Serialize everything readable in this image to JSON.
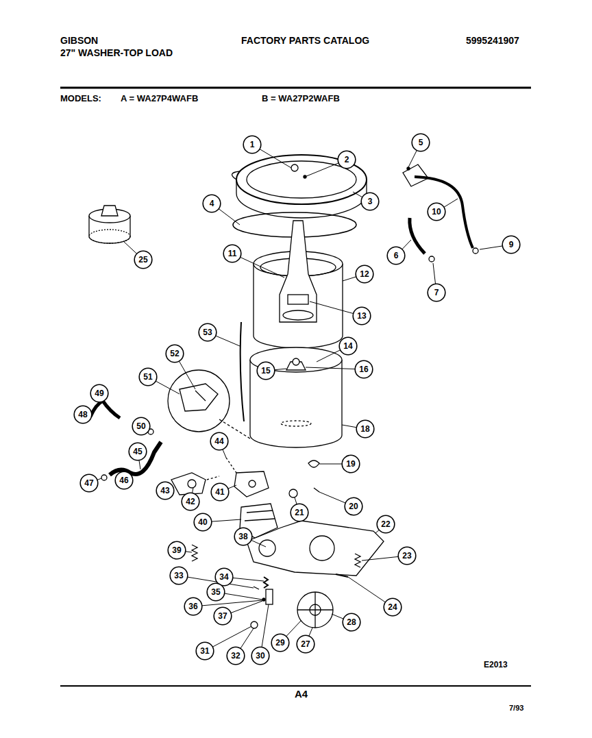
{
  "diagram": {
    "nodes": [
      {
        "text": [
          "1"
        ]
      },
      {
        "text": [
          "2"
        ]
      },
      {
        "text": [
          "3"
        ]
      },
      {
        "text": [
          "4"
        ]
      },
      {
        "text": [
          "5"
        ]
      },
      {
        "text": [
          "10"
        ]
      },
      {
        "text": [
          "9"
        ]
      },
      {
        "text": [
          "6"
        ]
      },
      {
        "text": [
          "7"
        ]
      },
      {
        "text": [
          "25"
        ]
      },
      {
        "text": [
          "11"
        ]
      },
      {
        "text": [
          "12"
        ]
      },
      {
        "text": [
          "13"
        ]
      },
      {
        "text": [
          "53"
        ]
      },
      {
        "text": [
          "14"
        ]
      },
      {
        "text": [
          "15"
        ]
      },
      {
        "text": [
          "16"
        ]
      },
      {
        "text": [
          "18"
        ]
      },
      {
        "text": [
          "52"
        ]
      },
      {
        "text": [
          "51"
        ]
      },
      {
        "text": [
          "49"
        ]
      },
      {
        "text": [
          "48"
        ]
      },
      {
        "text": [
          "50"
        ]
      },
      {
        "text": [
          "44"
        ]
      },
      {
        "text": [
          "45"
        ]
      },
      {
        "text": [
          "47"
        ]
      },
      {
        "text": [
          "46"
        ]
      },
      {
        "text": [
          "43"
        ]
      },
      {
        "text": [
          "42"
        ]
      },
      {
        "text": [
          "41"
        ]
      },
      {
        "text": [
          "19"
        ]
      },
      {
        "text": [
          "20"
        ]
      },
      {
        "text": [
          "21"
        ]
      },
      {
        "text": [
          "40"
        ]
      },
      {
        "text": [
          "38"
        ]
      },
      {
        "text": [
          "22"
        ]
      },
      {
        "text": [
          "39"
        ]
      },
      {
        "text": [
          "34"
        ]
      },
      {
        "text": [
          "33"
        ]
      },
      {
        "text": [
          "23"
        ]
      },
      {
        "text": [
          "35"
        ]
      },
      {
        "text": [
          "24"
        ]
      },
      {
        "text": [
          "36"
        ]
      },
      {
        "text": [
          "37"
        ]
      },
      {
        "text": [
          "28"
        ]
      },
      {
        "text": [
          "31"
        ]
      },
      {
        "text": [
          "32"
        ]
      },
      {
        "text": [
          "30"
        ]
      },
      {
        "text": [
          "29"
        ]
      },
      {
        "text": [
          "27"
        ]
      }
    ],
    "labels": [
      "GIBSON",
      "27\" WASHER-TOP LOAD",
      "FACTORY PARTS CATALOG",
      "5995241907",
      "MODELS:",
      "A = WA27P4WAFB",
      "B = WA27P2WAFB",
      "E2013",
      "A4",
      "7/93"
    ]
  }
}
